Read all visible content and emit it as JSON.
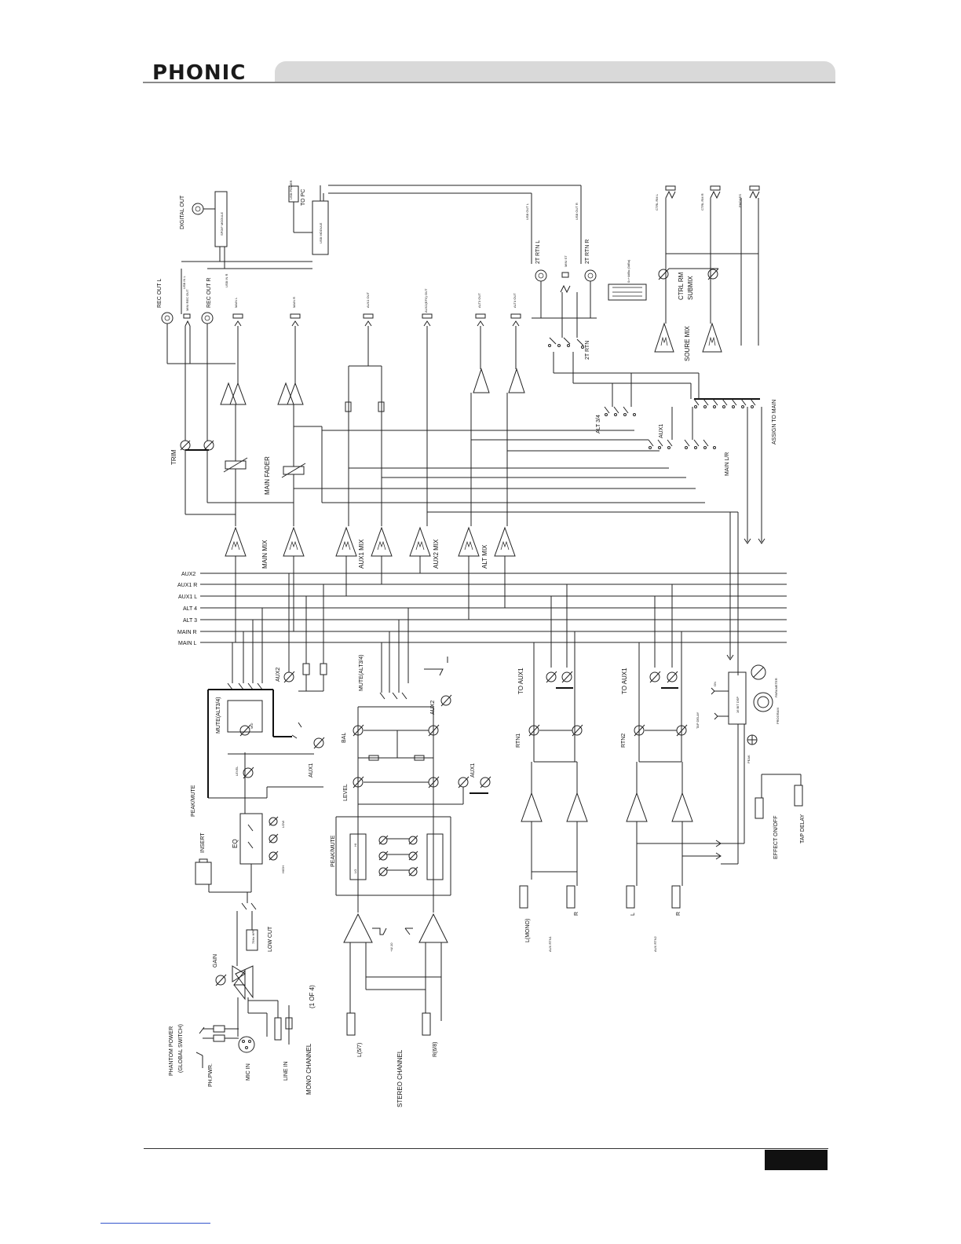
{
  "header": {
    "brand": "PHONIC"
  },
  "footer": {
    "page_number": ""
  },
  "icons": {
    "brand_logo": "phonic-logo",
    "amp": "triangle-amp-icon",
    "jack": "jack-socket-icon",
    "pot": "potentiometer-icon",
    "rca": "rca-connector-icon",
    "xlr": "xlr-connector-icon"
  },
  "buses": [
    "AUX2",
    "AUX1 R",
    "AUX1 L",
    "ALT 4",
    "ALT 3",
    "MAIN R",
    "MAIN L"
  ],
  "labels": {
    "digital_out": "DIGITAL OUT",
    "spdif_module": "SPDIF MODULE",
    "usb_power": "USB POWER",
    "to_pc": "TO PC",
    "usb_module": "USB MODULE",
    "usb_in_l": "USB IN L",
    "usb_in_r": "USB IN R",
    "usb_out_l": "USB OUT L",
    "usb_out_r": "USB OUT R",
    "rec_out_l": "REC OUT L",
    "mini_rec_out": "MINI REC OUT",
    "rec_out_r": "REC OUT R",
    "main_l": "MAIN L",
    "main_r": "MAIN R",
    "aux1_out": "AUX1 OUT",
    "aux2_out": "AUX2(EFX) OUT",
    "alt3_out": "ALT3 OUT",
    "alt4_out": "ALT4 OUT",
    "trim": "TRIM",
    "main_fader": "MAIN FADER",
    "main_mix": "MAIN MIX",
    "aux1_mix": "AUX1 MIX",
    "aux2_mix": "AUX2 MIX",
    "alt_mix": "ALT MIX",
    "rtn_2t_l": "2T RTN L",
    "mini_st": "MINI ST",
    "rtn_2t_r": "2T RTN R",
    "rtn_2t": "2T RTN",
    "meter_range": "0=+4dBu (0dBu)",
    "ctrl_rm_l": "CTRL RM L",
    "ctrl_rm_r": "CTRL RM R",
    "phones": "PHONES",
    "ctrl_rm": "CTRL RM",
    "submix": "SUBMIX",
    "source_mix": "SOURE MIX",
    "alt34": "ALT 3/4",
    "aux1": "AUX1",
    "main_lr": "MAIN L/R",
    "assign_to_main": "ASSIGN TO MAIN",
    "aux2": "AUX2",
    "mute_alt34": "MUTE(ALT3/4)",
    "mid": "MID",
    "level": "LEVEL",
    "peak_mute": "PEAK/MUTE",
    "insert": "INSERT",
    "eq": "EQ",
    "low": "LOW",
    "high": "HIGH",
    "hi": "HI",
    "lo": "LO",
    "gain": "GAIN",
    "hpf": "75Hz HPF",
    "low_cut": "LOW CUT",
    "phantom_power": "PHANTOM POWER",
    "global_switch": "(GLOBAL SWITCH)",
    "ph_pwr": "PH.PWR.",
    "mic_in": "MIC IN",
    "line_in": "LINE IN",
    "mono_channel": "MONO CHANNEL",
    "one_of_four": "(1 OF 4)",
    "bal": "BAL",
    "stereo_trim": "+4/-10",
    "l57": "L(5/7)",
    "r68": "R(6/8)",
    "stereo_channel": "STEREO CHANNEL",
    "to_aux1": "TO AUX1",
    "rtn1": "RTN1",
    "rtn2": "RTN2",
    "l_mono": "L(MONO)",
    "r": "R",
    "l": "L",
    "aux_rtn1": "AUX RTN1",
    "aux_rtn2": "AUX RTN2",
    "on": "ON",
    "tap_delay_small": "TAP DELAY",
    "dsp": "16 BIT DSP",
    "parameter": "PARAMETER",
    "program": "PROGRAM",
    "peak": "PEAK",
    "effect_onoff": "EFFECT ON/OFF",
    "tap_delay": "TAP DELAY"
  },
  "colors": {
    "ink": "#111111",
    "header_bar": "#d9d9d9",
    "link": "#3355cc"
  }
}
